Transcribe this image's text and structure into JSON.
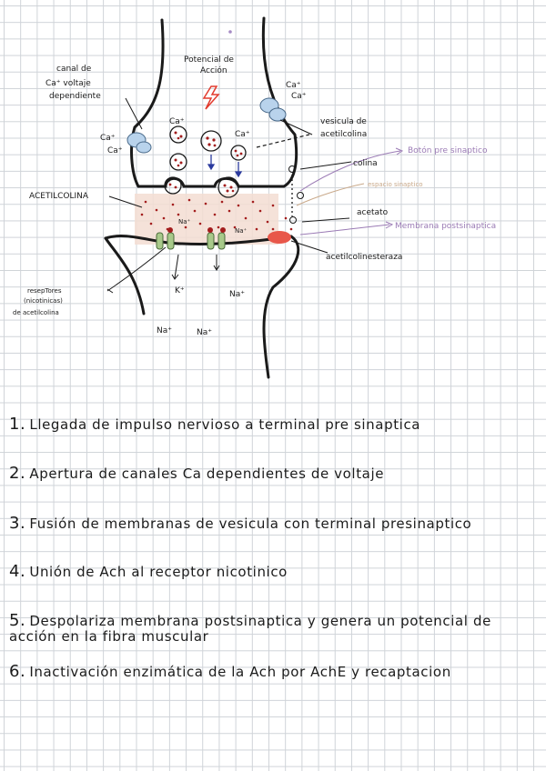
{
  "diagram": {
    "potencial_label": [
      "Potencial de",
      "Acción"
    ],
    "canal_label": [
      "canal de",
      "Ca⁺ voltaje",
      "dependiente"
    ],
    "ca_left": [
      "Ca⁺",
      "Ca⁺"
    ],
    "ca_right": [
      "Ca⁺",
      "Ca⁺"
    ],
    "ca_vesicle_left": "Ca⁺",
    "ca_vesicle_right": "Ca⁺",
    "vesicula_label": [
      "vesicula de",
      "acetilcolina"
    ],
    "boton_label": "Botón pre sinaptico",
    "colina_label": "colina",
    "espacio_label": "espacio sinaptico",
    "acetilcolina_label": "ACETILCOLINA",
    "acetato_label": "acetato",
    "membrana_label": "Membrana postsinaptica",
    "acetilcolinesterasa_label": "acetilcolinesteraza",
    "receptores_label": [
      "resepTores",
      "(nicotinicas)",
      "de  acetilcolina"
    ],
    "na_inner_left": "Na⁺",
    "na_inner_right": "Na⁺",
    "k_label": "K⁺",
    "na_label": "Na⁺",
    "na_bottom_left": "Na⁺",
    "na_bottom_right": "Na⁺",
    "colors": {
      "ink": "#1a1a1a",
      "calcium_channel": "#b9d3ec",
      "vesicle_dot": "#a31d1d",
      "receptor": "#a8c98a",
      "esterase": "#e8574a",
      "cleft": "#f3ddd2",
      "purple_label": "#9b7bb5",
      "tan_label": "#c9a98a",
      "spark": "#e23b2e",
      "arrow_blue": "#2b3a9e"
    }
  },
  "steps": [
    {
      "num": "1.",
      "text": "Llegada de impulso nervioso a terminal pre sinaptica"
    },
    {
      "num": "2.",
      "text": "Apertura de canales Ca dependientes de voltaje"
    },
    {
      "num": "3.",
      "text": "Fusión de membranas de vesicula con terminal presinaptico"
    },
    {
      "num": "4.",
      "text": "Unión de Ach al receptor nicotinico"
    },
    {
      "num": "5.",
      "text": "Despolariza membrana postsinaptica y genera un potencial de acción en la fibra muscular"
    },
    {
      "num": "6.",
      "text": "Inactivación enzimática de la Ach por AchE y recaptacion"
    }
  ]
}
